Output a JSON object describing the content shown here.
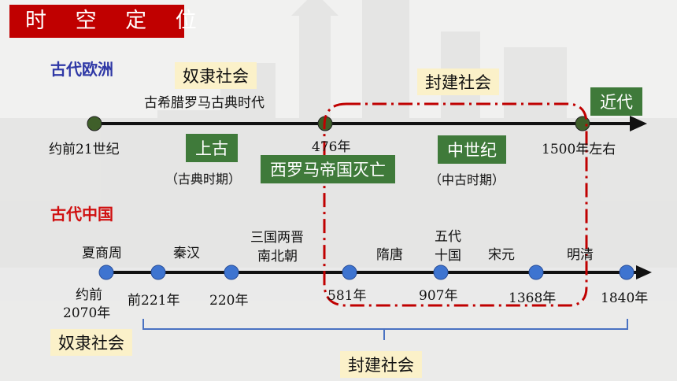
{
  "title": "时 空 定 位",
  "europe": {
    "label": "古代欧洲",
    "slavery_society": "奴隶社会",
    "classical_era": "古希腊罗马古典时代",
    "feudal_society": "封建社会",
    "modern": "近代",
    "start": "约前21世纪",
    "point_476": "476年",
    "point_1500": "1500年左右",
    "ancient": "上古",
    "ancient_sub": "（古典时期）",
    "event_476": "西罗马帝国灭亡",
    "middle_ages": "中世纪",
    "middle_ages_sub": "（中古时期）"
  },
  "china": {
    "label": "古代中国",
    "periods": {
      "xsz": "夏商周",
      "qinhan": "秦汉",
      "sanguo_line1": "三国两晋",
      "sanguo_line2": "南北朝",
      "suitang": "隋唐",
      "wudai_line1": "五代",
      "wudai_line2": "十国",
      "songyuan": "宋元",
      "mingqing": "明清"
    },
    "dates": {
      "start_line1": "约前",
      "start_line2": "2070年",
      "d221bc": "前221年",
      "d220": "220年",
      "d581": "581年",
      "d907": "907年",
      "d1368": "1368年",
      "d1840": "1840年"
    },
    "slavery_society": "奴隶社会",
    "feudal_society": "封建社会"
  },
  "colors": {
    "title_bg": "#c00000",
    "europe_label": "#2f38a6",
    "china_label": "#d01010",
    "green_node": "#3f5f2a",
    "blue_node": "#3e74d0",
    "dashed_box": "#c00000",
    "brace": "#4a72c2"
  }
}
